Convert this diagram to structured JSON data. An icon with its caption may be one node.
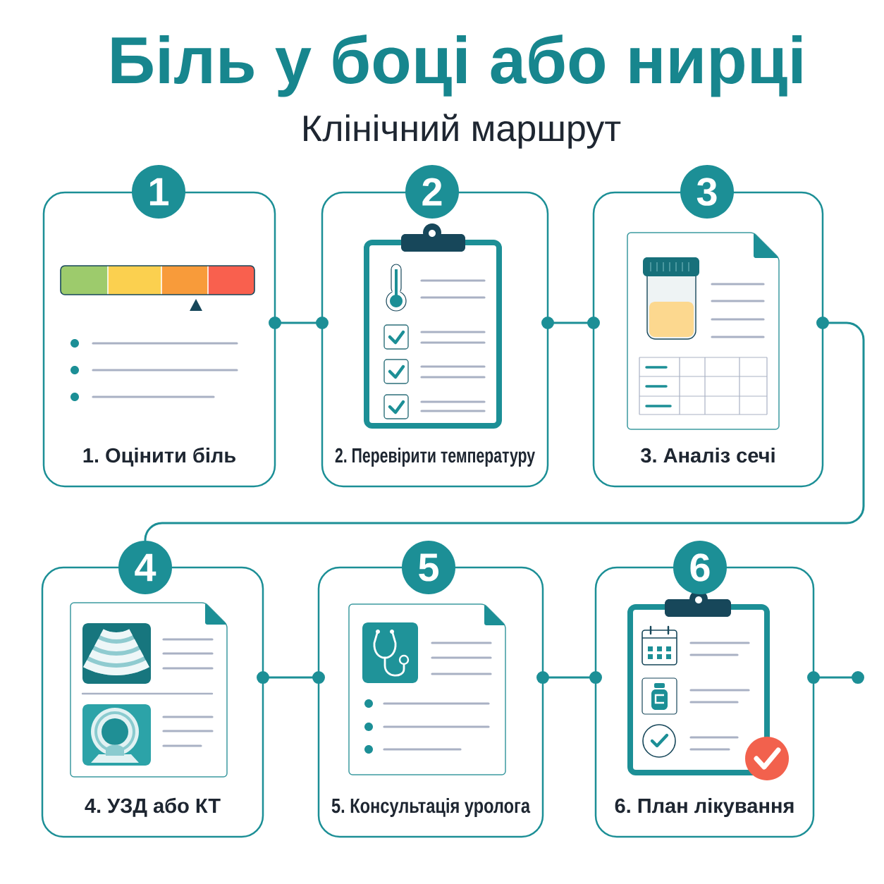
{
  "diagram": {
    "title": "Біль у боці або нирці",
    "nodes": [
      {
        "text": [
          "1"
        ]
      },
      {
        "text": [
          "1. Оцінити біль"
        ]
      },
      {
        "text": [
          "2"
        ]
      },
      {
        "text": [
          "2. Перевірити температуру"
        ]
      },
      {
        "text": [
          "3"
        ]
      },
      {
        "text": [
          "3. Аналіз сечі"
        ]
      },
      {
        "text": [
          "4"
        ]
      },
      {
        "text": [
          "4. УЗД або КТ"
        ]
      },
      {
        "text": [
          "5"
        ]
      },
      {
        "text": [
          "5. Консультація уролога"
        ]
      },
      {
        "text": [
          "6"
        ]
      },
      {
        "text": [
          "6. План лікування"
        ]
      }
    ],
    "edges": [
      {
        "from": 1,
        "to": 3,
        "arrow": "other"
      },
      {
        "from": 3,
        "to": 5,
        "arrow": "other"
      },
      {
        "from": 5,
        "to": 6,
        "arrow": "other"
      },
      {
        "from": 7,
        "to": 9,
        "arrow": "other"
      },
      {
        "from": 9,
        "to": 11,
        "arrow": "other"
      },
      {
        "from": 11,
        "to": null,
        "arrow": "other"
      }
    ],
    "labels": [
      "Клінічний маршрут"
    ]
  }
}
